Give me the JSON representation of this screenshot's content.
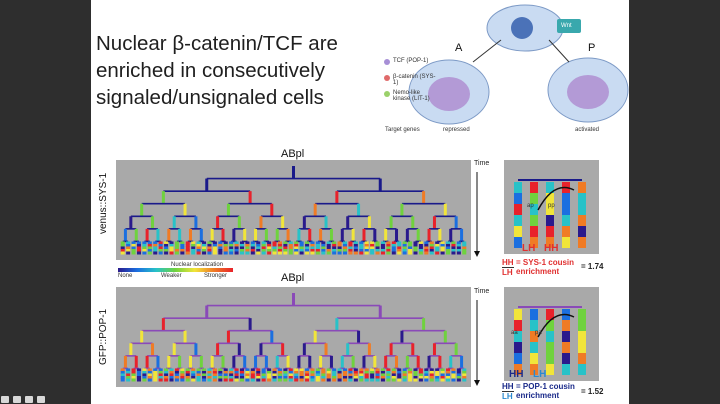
{
  "slide": {
    "title": "Nuclear β-catenin/TCF are\nenriched in consecutively\nsignaled/unsignaled cells"
  },
  "diagram": {
    "wnt_label": "Wnt",
    "cell_a_label": "A",
    "cell_p_label": "P",
    "key_items": [
      "TCF (POP-1)",
      "β-catenin (SYS-1)",
      "Nemo-like kinase (LIT-1)"
    ],
    "target_genes": "Target genes",
    "repressed": "repressed",
    "activated": "activated"
  },
  "tree_top": {
    "label": "ABpl",
    "ylabel": "venus::SYS-1",
    "time_label": "Time"
  },
  "legend": {
    "title": "Nuclear localization",
    "none": "None",
    "weaker": "Weaker",
    "stronger": "Stronger"
  },
  "tree_bottom": {
    "label": "ABpl",
    "ylabel": "GFP::POP-1",
    "time_label": "Time"
  },
  "inset_top": {
    "labels": [
      "ap",
      "pp"
    ],
    "lh": "LH",
    "hh": "HH",
    "formula_hh": "HH",
    "formula_lh": "LH",
    "formula_text": "= SYS-1 cousin enrichment",
    "value": "= 1.74"
  },
  "inset_bottom": {
    "labels": [
      "aa",
      "pa"
    ],
    "hh": "HH",
    "lh": "LH",
    "formula_hh": "HH",
    "formula_lh": "LH",
    "formula_text": "= POP-1 cousin enrichment",
    "value": "= 1.52"
  },
  "colors": {
    "tree_line_top": "#1a1a8a",
    "tree_line_bottom": "#8a4ab8",
    "hh_color": "#e03030",
    "lh_color": "#1a2a8a"
  }
}
